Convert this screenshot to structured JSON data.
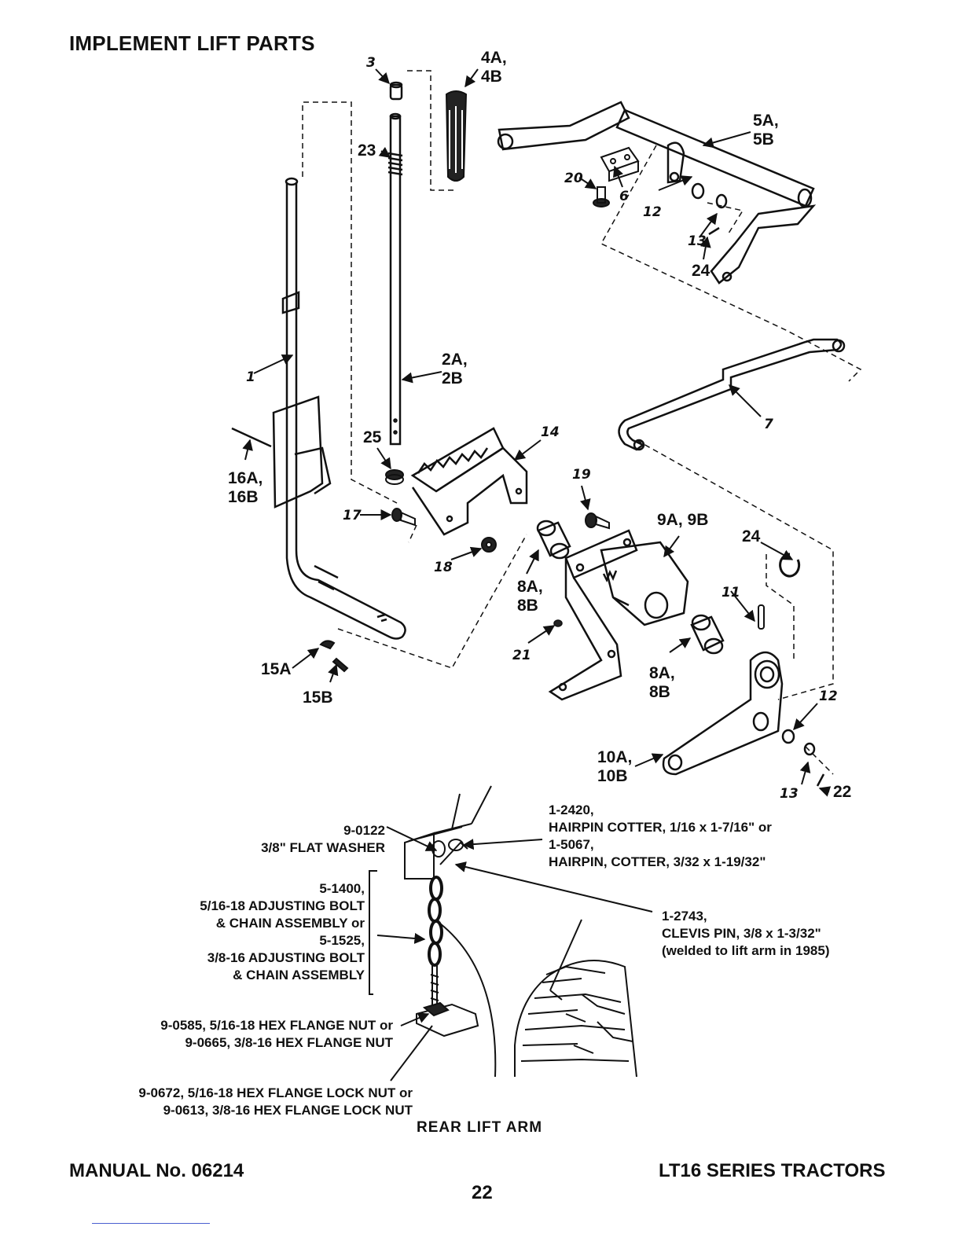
{
  "page_title": "IMPLEMENT LIFT PARTS",
  "callouts": {
    "c3": "3",
    "c4": "4A,\n4B",
    "c5": "5A,\n5B",
    "c23": "23",
    "c20": "20",
    "c6": "6",
    "c12a": "12",
    "c13a": "13",
    "c24a": "24",
    "c1": "1",
    "c2": "2A,\n2B",
    "c7": "7",
    "c25": "25",
    "c14": "14",
    "c16": "16A,\n16B",
    "c19": "19",
    "c9": "9A, 9B",
    "c24b": "24",
    "c17": "17",
    "c18": "18",
    "c8a": "8A,\n8B",
    "c11": "11",
    "c21": "21",
    "c8b": "8A,\n8B",
    "c15a": "15A",
    "c15b": "15B",
    "c12b": "12",
    "c10": "10A,\n10B",
    "c13b": "13",
    "c22": "22"
  },
  "rear_lift_notes": {
    "washer": "9-0122\n3/8\" FLAT WASHER",
    "hairpin": "1-2420,\nHAIRPIN COTTER, 1/16 x 1-7/16\" or\n1-5067,\nHAIRPIN, COTTER, 3/32 x 1-19/32\"",
    "bolt_chain": "5-1400,\n5/16-18 ADJUSTING BOLT\n& CHAIN ASSEMBLY or\n5-1525,\n3/8-16 ADJUSTING BOLT\n& CHAIN ASSEMBLY",
    "clevis": "1-2743,\nCLEVIS PIN, 3/8 x 1-3/32\"\n(welded to lift arm in 1985)",
    "hex_nut": "9-0585, 5/16-18 HEX FLANGE NUT or\n9-0665, 3/8-16 HEX FLANGE NUT",
    "lock_nut": "9-0672, 5/16-18 HEX FLANGE LOCK NUT or\n9-0613, 3/8-16 HEX FLANGE LOCK NUT"
  },
  "rear_lift_caption": "REAR LIFT ARM",
  "footer": {
    "manual": "MANUAL No. 06214",
    "page": "22",
    "series": "LT16 SERIES TRACTORS"
  }
}
